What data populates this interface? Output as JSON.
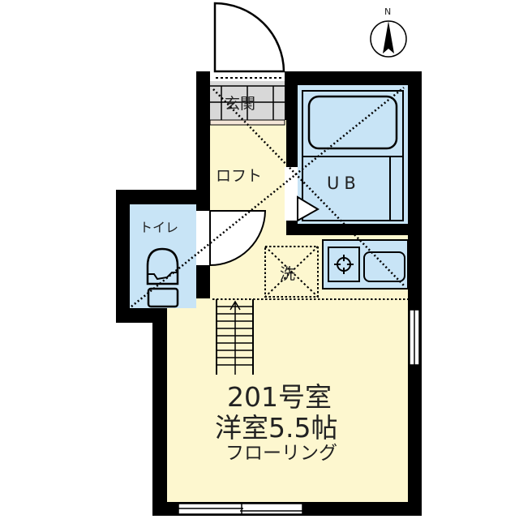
{
  "plan": {
    "room_number": "201号室",
    "room_type": "洋室5.5帖",
    "flooring": "フローリング"
  },
  "rooms": {
    "entrance": "玄関",
    "loft": "ロフト",
    "unit_bath": "UB",
    "toilet": "トイレ",
    "washer": "洗"
  },
  "compass": {
    "label": "N"
  },
  "colors": {
    "wall": "#000000",
    "floor": "#fdf7cf",
    "wet_area": "#c8e4f6",
    "entrance": "#d8d8d8"
  }
}
